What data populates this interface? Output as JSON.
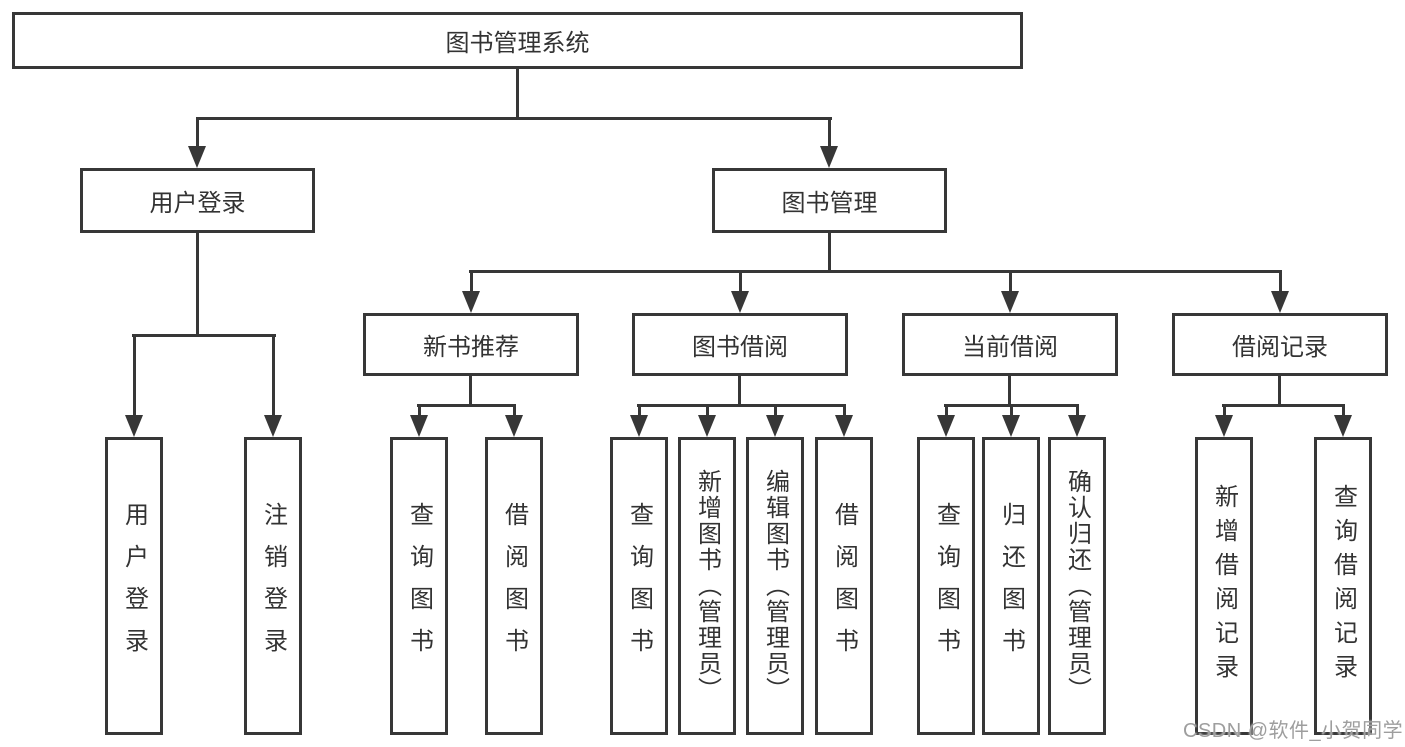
{
  "watermark": "CSDN @软件_小贺同学",
  "colors": {
    "line": "#373737",
    "text": "#333333",
    "background": "#ffffff",
    "watermark": "#9e9e9e"
  },
  "tree": {
    "root": "图书管理系统",
    "children": [
      {
        "label": "用户登录",
        "children": [
          "用户登录",
          "注销登录"
        ]
      },
      {
        "label": "图书管理",
        "children": [
          {
            "label": "新书推荐",
            "children": [
              "查询图书",
              "借阅图书"
            ]
          },
          {
            "label": "图书借阅",
            "children": [
              "查询图书",
              "新增图书（管理员）",
              "编辑图书（管理员）",
              "借阅图书"
            ]
          },
          {
            "label": "当前借阅",
            "children": [
              "查询图书",
              "归还图书",
              "确认归还（管理员）"
            ]
          },
          {
            "label": "借阅记录",
            "children": [
              "新增借阅记录",
              "查询借阅记录"
            ]
          }
        ]
      }
    ]
  }
}
